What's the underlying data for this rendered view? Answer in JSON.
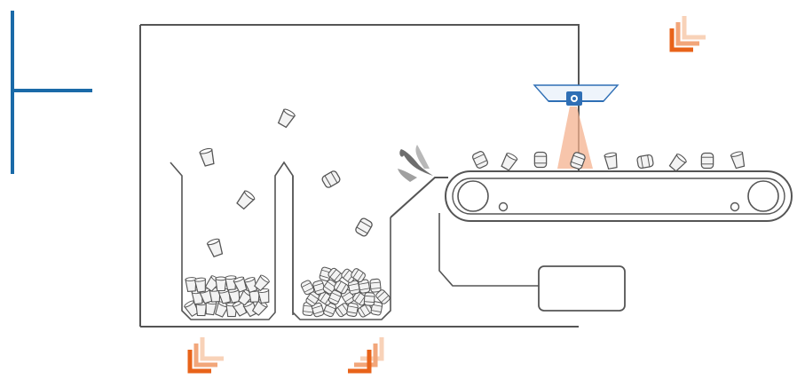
{
  "diagram": {
    "description_visible_text": [],
    "colors": {
      "accent_blue": "#1a6aa8",
      "orange_dark": "#e8631a",
      "orange_mid": "#f2a67a",
      "orange_light": "#f8d2b8",
      "line_gray": "#555555",
      "cup_fill": "#f3f3f3",
      "camera_blue": "#2f6fb5",
      "camera_frame": "#bcd1e8",
      "beam": "#f4b28f",
      "smoke": "#444444"
    },
    "icons": [
      "brand-corner-mark",
      "chevron-stack-icon",
      "camera-icon",
      "air-jet-icon",
      "conveyor-belt",
      "control-box",
      "sorting-bin-left",
      "sorting-bin-right"
    ]
  }
}
